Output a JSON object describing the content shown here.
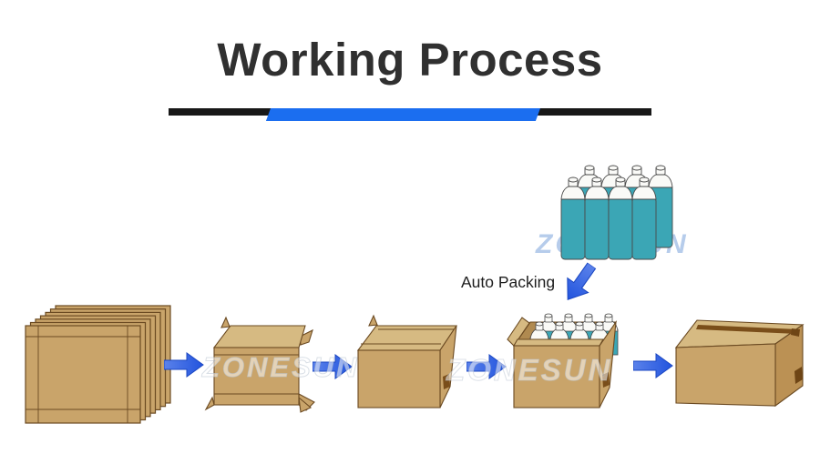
{
  "title": "Working Process",
  "watermark": {
    "text": "ZONESUN"
  },
  "labels": {
    "auto_packing": "Auto Packing"
  },
  "colors": {
    "background": "#ffffff",
    "title_text": "#303030",
    "divider_black": "#181818",
    "divider_blue": "#1b6ef0",
    "arrow_blue_light": "#5b82ea",
    "arrow_blue_dark": "#2254de",
    "arrow_outline": "#1b47c2",
    "box_tan": "#c9a46a",
    "box_tan_top": "#d6ba82",
    "box_tan_side": "#bb9154",
    "box_outline": "#6b4a22",
    "box_interior": "#b08a50",
    "box_seam_dark": "#7a4e1a",
    "bottle_teal": "#3ba6b5",
    "bottle_white": "#fafaf7",
    "bottle_outline": "#4a4a4a"
  },
  "process": {
    "steps": [
      {
        "name": "carton-blank-stack"
      },
      {
        "name": "erected-carton"
      },
      {
        "name": "open-empty-carton"
      },
      {
        "name": "carton-filled-with-bottles"
      },
      {
        "name": "sealed-carton"
      }
    ],
    "flow_arrow_count": 4,
    "bottle_group_count": 8,
    "bottles_in_carton_count": 8
  }
}
